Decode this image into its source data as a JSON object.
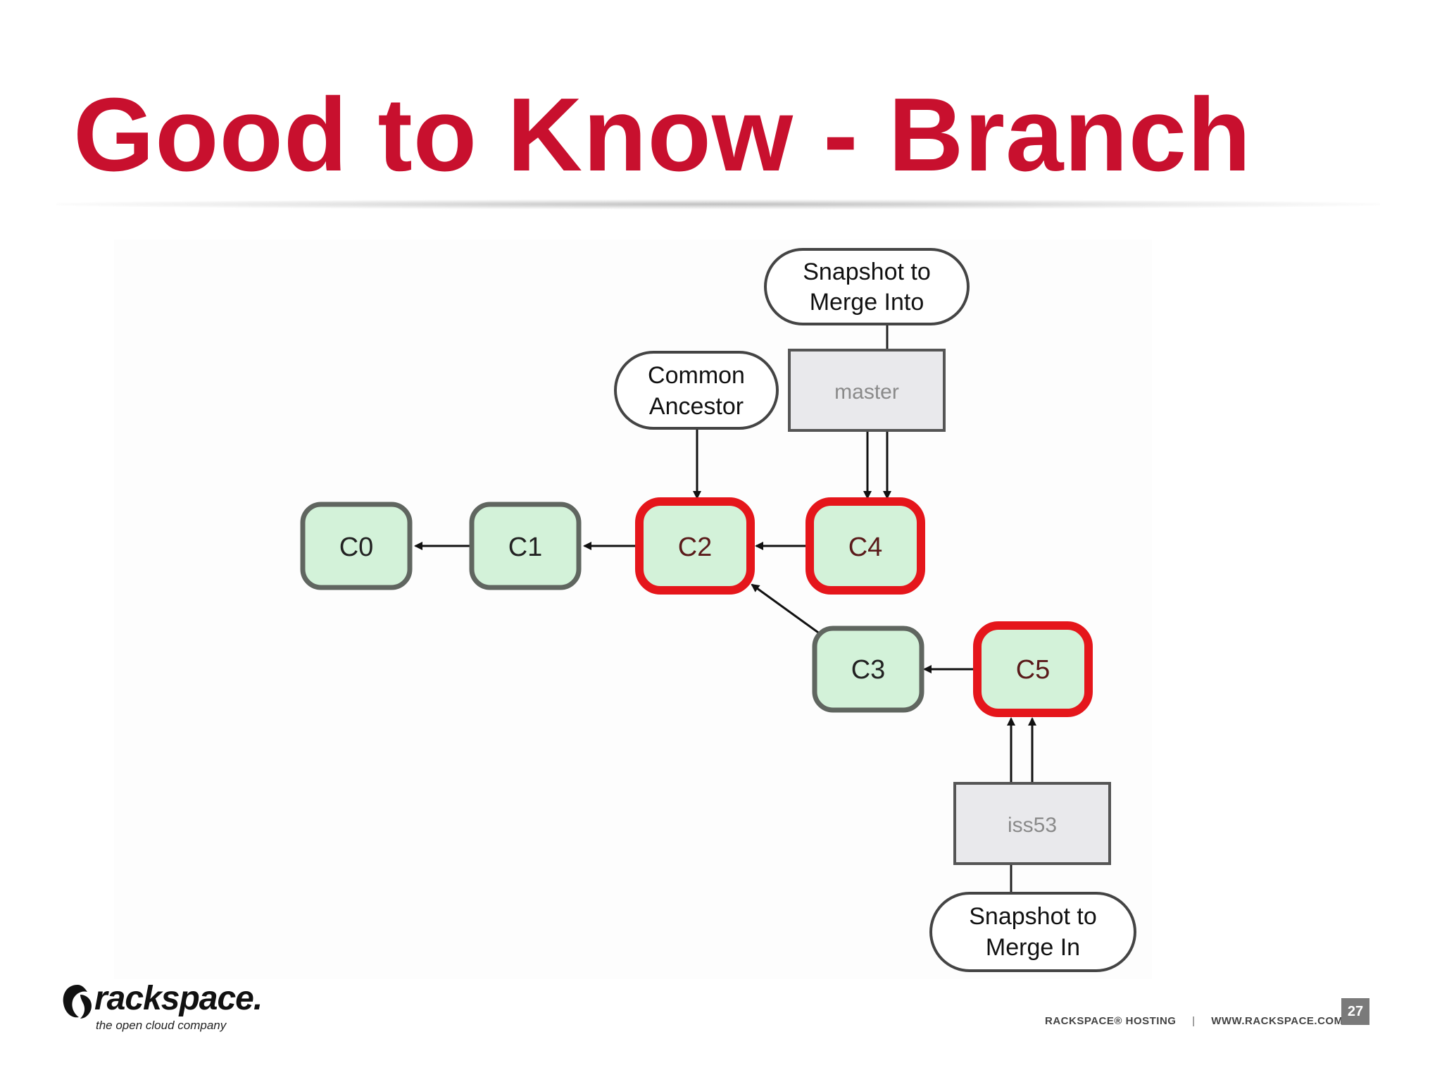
{
  "slide": {
    "title": "Good to Know - Branch",
    "page_number": "27",
    "footer_left": "RACKSPACE® HOSTING",
    "footer_separator": "|",
    "footer_right": "WWW.RACKSPACE.COM"
  },
  "logo": {
    "wordmark": "rackspace.",
    "tagline": "the open cloud company"
  },
  "diagram": {
    "commits": [
      "C0",
      "C1",
      "C2",
      "C4",
      "C3",
      "C5"
    ],
    "highlighted_commits": [
      "C2",
      "C4",
      "C5"
    ],
    "branches": {
      "master": "master",
      "iss53": "iss53"
    },
    "callouts": {
      "merge_into_line1": "Snapshot to",
      "merge_into_line2": "Merge Into",
      "ancestor_line1": "Common",
      "ancestor_line2": "Ancestor",
      "merge_in_line1": "Snapshot to",
      "merge_in_line2": "Merge In"
    },
    "colors": {
      "commit_fill": "#d3f2d9",
      "commit_border": "#606660",
      "highlight_border": "#e5161b",
      "branch_fill": "#e9e9ec",
      "branch_text": "#8a8a8a",
      "callout_border": "#444444",
      "title_red": "#c8102e"
    }
  }
}
